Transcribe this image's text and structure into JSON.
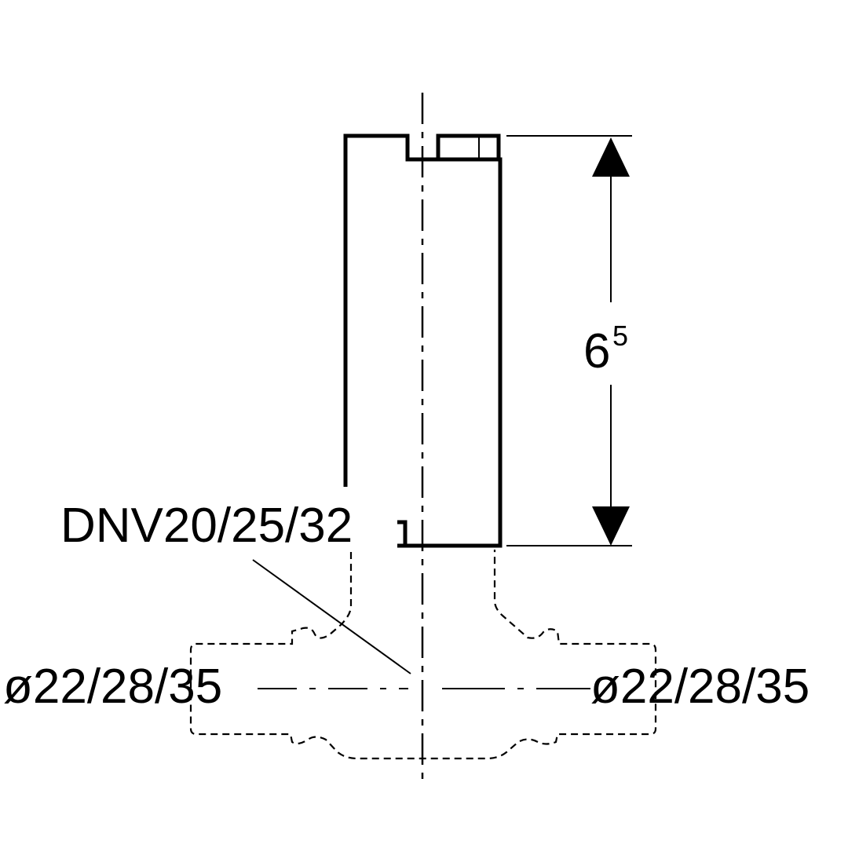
{
  "drawing": {
    "dimension_height": {
      "base": "6",
      "superscript": "5"
    },
    "label_connection": "DNV20/25/32",
    "label_pipe_left": "ø22/28/35",
    "label_pipe_right": "ø22/28/35",
    "line_color": "#000000",
    "background_color": "#ffffff"
  }
}
